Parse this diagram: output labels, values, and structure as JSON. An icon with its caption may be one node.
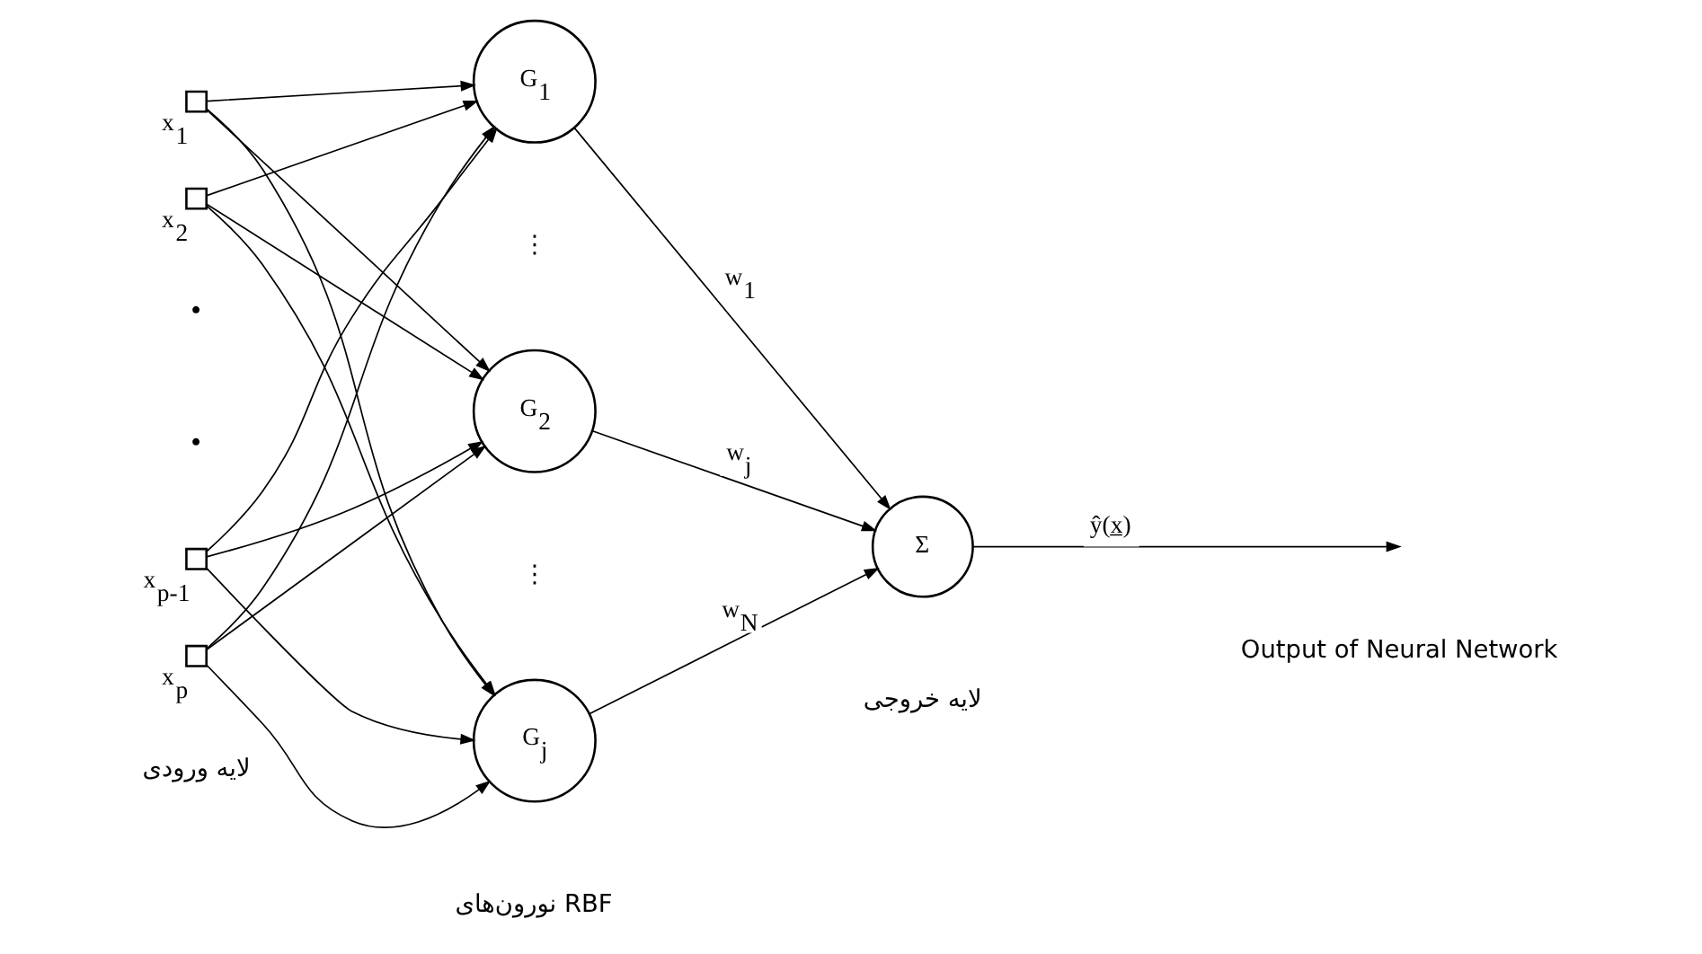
{
  "diagram": {
    "nodes": [
      {
        "text": [],
        "shape": "box",
        "beside": [
          "x$_{1}$"
        ]
      },
      {
        "text": [],
        "shape": "box",
        "beside": [
          "x$_{2}$"
        ]
      },
      {
        "text": [],
        "shape": "box",
        "beside": [
          "x$_{p-1}$"
        ]
      },
      {
        "text": [],
        "shape": "box",
        "beside": [
          "x$_{p}$"
        ]
      },
      {
        "text": [
          "G$_{1}$"
        ]
      },
      {
        "text": [
          "G$_{2}$"
        ]
      },
      {
        "text": [
          "G$_{j}$"
        ]
      },
      {
        "text": [
          "Σ"
        ]
      }
    ],
    "edges": [
      {
        "from": 0,
        "to": 4,
        "arrow": "to"
      },
      {
        "from": 0,
        "to": 5,
        "arrow": "to"
      },
      {
        "from": 0,
        "to": 6,
        "arrow": "to"
      },
      {
        "from": 1,
        "to": 4,
        "arrow": "to"
      },
      {
        "from": 1,
        "to": 5,
        "arrow": "to"
      },
      {
        "from": 1,
        "to": 6,
        "arrow": "to"
      },
      {
        "from": 2,
        "to": 4,
        "arrow": "to"
      },
      {
        "from": 2,
        "to": 5,
        "arrow": "to"
      },
      {
        "from": 2,
        "to": 6,
        "arrow": "to"
      },
      {
        "from": 3,
        "to": 4,
        "arrow": "to"
      },
      {
        "from": 3,
        "to": 5,
        "arrow": "to"
      },
      {
        "from": 3,
        "to": 6,
        "arrow": "to"
      },
      {
        "from": 4,
        "to": 7,
        "arrow": "to",
        "label": "w$_{1}$"
      },
      {
        "from": 5,
        "to": 7,
        "arrow": "to",
        "label": "w$_{j}$"
      },
      {
        "from": 6,
        "to": 7,
        "arrow": "to",
        "label": "w$_{N}$"
      },
      {
        "from": 7,
        "to": null,
        "arrow": "to",
        "label": "ŷ(x̲)"
      }
    ],
    "labels": [
      "•",
      "•",
      "⋮",
      "⋮",
      "Output of Neural Network",
      "لایه ورودی",
      "نورون‌های RBF",
      "لایه خروجی"
    ]
  }
}
